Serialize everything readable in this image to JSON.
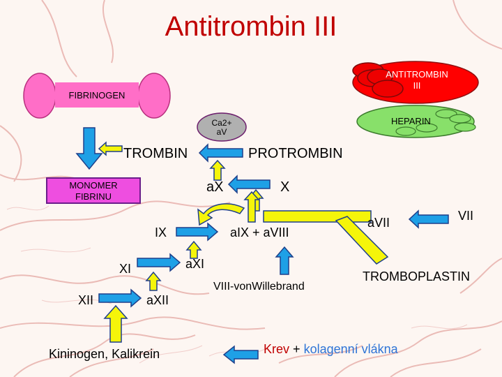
{
  "title": "Antitrombin III",
  "nodes": {
    "fibrinogen": "FIBRINOGEN",
    "monomer_line1": "MONOMER",
    "monomer_line2": "FIBRINU",
    "ca_line1": "Ca2+",
    "ca_line2": "aV",
    "trombin": "TROMBIN",
    "protrombin": "PROTROMBIN",
    "ax": "aX",
    "x": "X",
    "ix": "IX",
    "aix_aviii": "aIX + aVIII",
    "avii": "aVII",
    "vii": "VII",
    "xi": "XI",
    "axi": "aXI",
    "xii": "XII",
    "axii": "aXII",
    "viii_vwf": "VIII-vonWillebrand",
    "tromboplastin": "TROMBOPLASTIN",
    "kininogen": "Kininogen, Kalikrein",
    "krev": "Krev",
    "plus": "+",
    "kolagen": "kolagenní vlákna",
    "antitrombin_line1": "ANTITROMBIN",
    "antitrombin_line2": "III",
    "heparin": "HEPARIN"
  },
  "colors": {
    "title": "#c00000",
    "blue_arrow": "#1ea0e6",
    "yellow_arrow": "#f5f50a",
    "antitrombin": "#ff0000",
    "heparin": "#88e06a",
    "fibrinogen": "#ff6ec7"
  }
}
